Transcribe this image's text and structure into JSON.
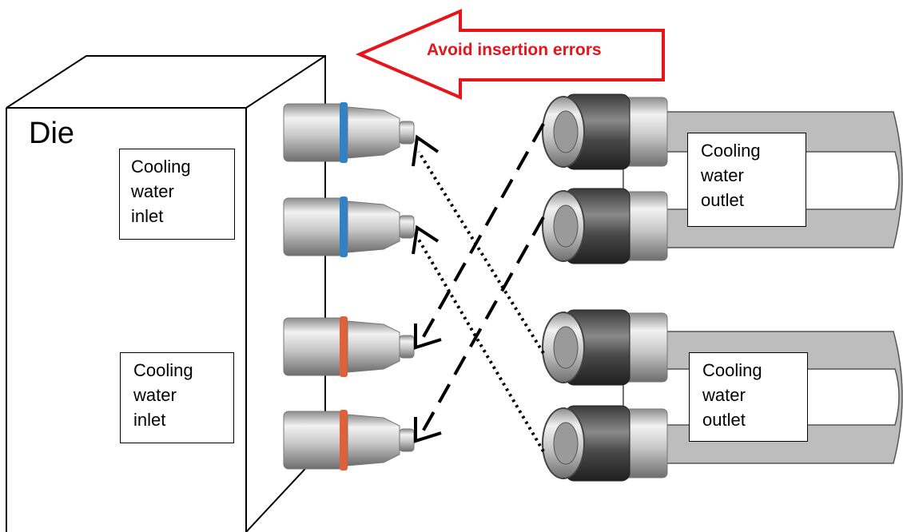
{
  "die": {
    "title": "Die"
  },
  "labels": {
    "inlet_top": [
      "Cooling",
      "water",
      "inlet"
    ],
    "inlet_bottom": [
      "Cooling",
      "water",
      "inlet"
    ],
    "outlet_top": [
      "Cooling",
      "water",
      "outlet"
    ],
    "outlet_bottom": [
      "Cooling",
      "water",
      "outlet"
    ]
  },
  "banner": {
    "text": "Avoid insertion errors"
  },
  "colors": {
    "blue_ring": "#2f82c6",
    "orange_ring": "#e0603a",
    "banner_red": "#e8141c",
    "hose_gray": "#bdbdbd"
  },
  "plugs": [
    {
      "ring": "blue"
    },
    {
      "ring": "blue"
    },
    {
      "ring": "orange"
    },
    {
      "ring": "orange"
    }
  ],
  "sockets": [
    {
      "ring": "orange"
    },
    {
      "ring": "orange"
    },
    {
      "ring": "blue"
    },
    {
      "ring": "blue"
    }
  ]
}
